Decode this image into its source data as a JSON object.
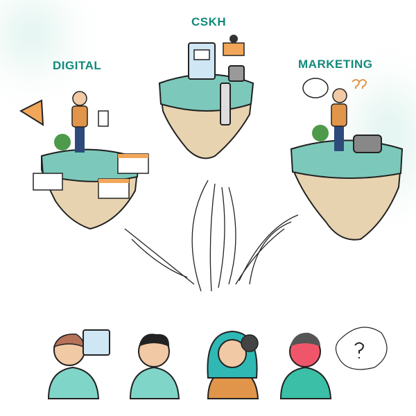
{
  "labels": {
    "cskh": "CSKH",
    "digital": "DIGITAL",
    "marketing": "MARKETING"
  },
  "colors": {
    "accent": "#12897a",
    "island_top": "#7cc9bb",
    "island_rock": "#e8d3b0",
    "shirt": "#e0954a",
    "angry_face": "#f0566a"
  }
}
